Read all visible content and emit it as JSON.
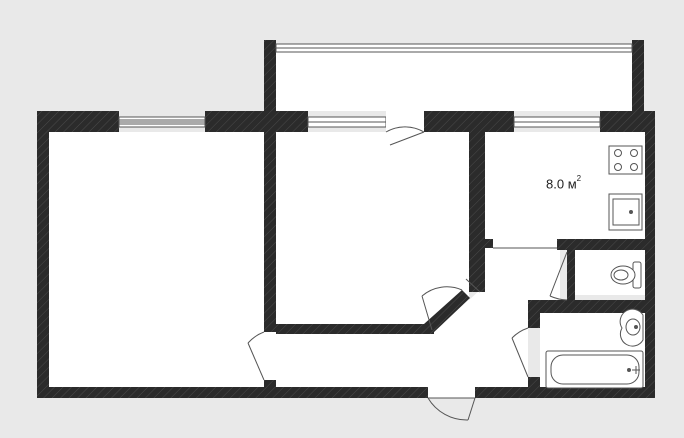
{
  "rooms": {
    "kitchen": {
      "area_value": "8.0",
      "area_unit": "м",
      "area_exponent": "2"
    }
  },
  "colors": {
    "background": "#e9e9e9",
    "wall": "#2b2b2b",
    "floor": "#ffffff",
    "fixture_stroke": "#555555"
  },
  "icons": [
    "stove-icon",
    "sink-icon",
    "toilet-icon",
    "washbasin-icon",
    "bathtub-icon",
    "door-icon",
    "window-icon"
  ]
}
